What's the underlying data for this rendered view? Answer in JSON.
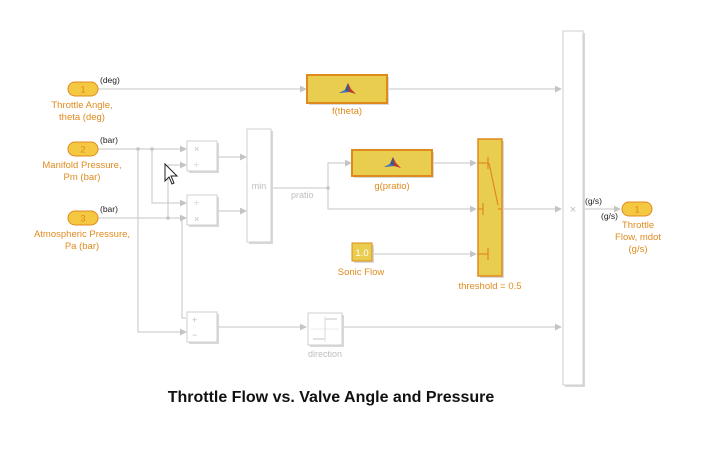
{
  "title": "Throttle Flow vs. Valve Angle and Pressure",
  "colors": {
    "port_fill": "#f5c842",
    "port_stroke": "#e08a1e",
    "block_fill": "#e8cd4e",
    "block_stroke": "#e08a1e",
    "label_orange": "#e08a1e",
    "wire_grey": "#c4c4c4",
    "dim_text": "#bdbdbd"
  },
  "inports": [
    {
      "number": "1",
      "signal_label": "(deg)",
      "name_line1": "Throttle Angle,",
      "name_line2": "theta (deg)"
    },
    {
      "number": "2",
      "signal_label": "(bar)",
      "name_line1": "Manifold Pressure,",
      "name_line2": "Pm (bar)"
    },
    {
      "number": "3",
      "signal_label": "(bar)",
      "name_line1": "Atmospheric Pressure,",
      "name_line2": "Pa (bar)"
    }
  ],
  "outport": {
    "number": "1",
    "signal_label": "(g/s)",
    "name_line1": "Throttle",
    "name_line2": "Flow, mdot",
    "name_line3": "(g/s)"
  },
  "blocks": {
    "f_theta": {
      "label": "f(theta)",
      "icon": "matlab-function-icon"
    },
    "g_pratio": {
      "label": "g(pratio)",
      "icon": "matlab-function-icon"
    },
    "sonic_flow": {
      "value": "1.0",
      "label": "Sonic Flow"
    },
    "switch": {
      "label": "threshold = 0.5"
    },
    "minmax": {
      "text": "min"
    },
    "pratio_signal": "pratio",
    "direction": {
      "label": "direction"
    },
    "product1": {
      "ops_top": "×",
      "ops_bottom": "÷"
    },
    "product2": {
      "ops_top": "÷",
      "ops_bottom": "×"
    },
    "sum": {
      "ops_top": "+",
      "ops_bottom": "−"
    },
    "final_product": {
      "op": "×",
      "input_label": "(g/s)"
    }
  }
}
